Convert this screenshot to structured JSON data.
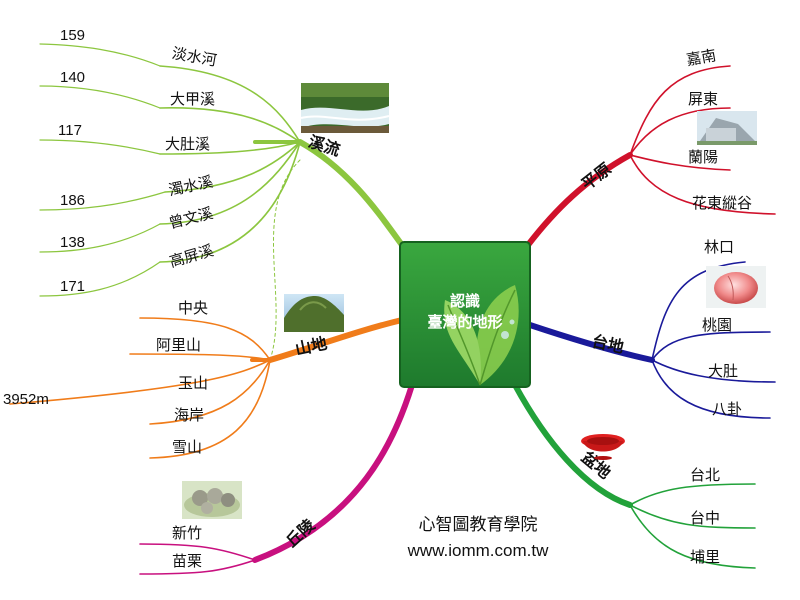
{
  "center": {
    "line1": "認識",
    "line2": "臺灣的地形",
    "colors": {
      "box_top": "#3aa83f",
      "box_bottom": "#1e7a2d",
      "leaf": "#8fd14f"
    }
  },
  "branches": {
    "streams": {
      "label": "溪流",
      "color": "#8cc63f",
      "items": [
        {
          "name": "淡水河",
          "value": "159"
        },
        {
          "name": "大甲溪",
          "value": "140"
        },
        {
          "name": "大肚溪",
          "value": "117"
        },
        {
          "name": "濁水溪",
          "value": "186"
        },
        {
          "name": "曾文溪",
          "value": "138"
        },
        {
          "name": "高屏溪",
          "value": "171"
        }
      ],
      "photo": "river-photo"
    },
    "mountains": {
      "label": "山地",
      "color": "#f07c1a",
      "items": [
        {
          "name": "中央"
        },
        {
          "name": "阿里山"
        },
        {
          "name": "玉山",
          "value": "3952m"
        },
        {
          "name": "海岸"
        },
        {
          "name": "雪山"
        }
      ],
      "photo": "mountain-photo"
    },
    "hills": {
      "label": "丘陵",
      "color": "#c8107f",
      "items": [
        {
          "name": "新竹"
        },
        {
          "name": "苗栗"
        }
      ],
      "photo": "meatball-photo"
    },
    "plains": {
      "label": "平原",
      "color": "#d0112b",
      "items": [
        {
          "name": "嘉南"
        },
        {
          "name": "屏東"
        },
        {
          "name": "蘭陽"
        },
        {
          "name": "花東縱谷"
        }
      ],
      "photo": "building-photo"
    },
    "tablelands": {
      "label": "台地",
      "color": "#1a1a9a",
      "items": [
        {
          "name": "林口"
        },
        {
          "name": "桃園"
        },
        {
          "name": "大肚"
        },
        {
          "name": "八卦"
        }
      ],
      "photo": "peach-photo"
    },
    "basins": {
      "label": "盆地",
      "color": "#22a23a",
      "items": [
        {
          "name": "台北"
        },
        {
          "name": "台中"
        },
        {
          "name": "埔里"
        }
      ],
      "photo": "bowl-photo"
    }
  },
  "footer": {
    "org": "心智圖教育學院",
    "url": "www.iomm.com.tw"
  }
}
